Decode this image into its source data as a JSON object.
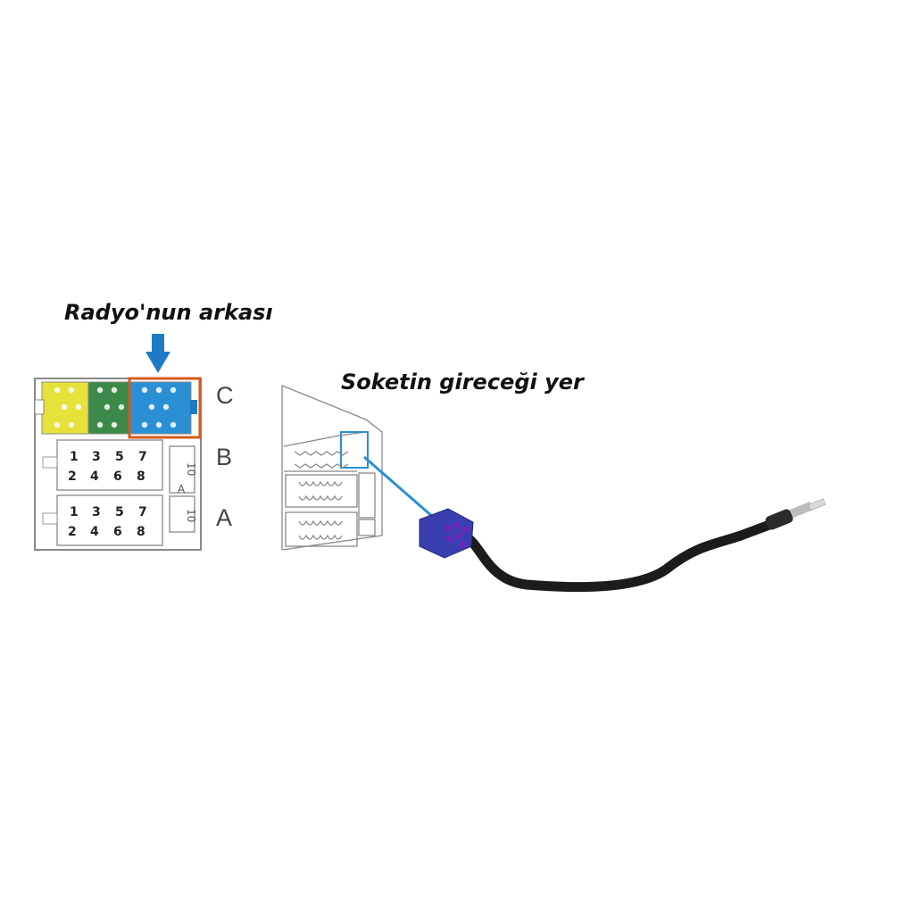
{
  "titles": {
    "radio_back": "Radyo'nun arkası",
    "socket_location": "Soketin gireceği yer"
  },
  "connector": {
    "row_labels": [
      "C",
      "B",
      "A"
    ],
    "row_b_top": [
      "1",
      "3",
      "5",
      "7"
    ],
    "row_b_bottom": [
      "2",
      "4",
      "6",
      "8"
    ],
    "row_a_top": [
      "1",
      "3",
      "5",
      "7"
    ],
    "row_a_bottom": [
      "2",
      "4",
      "6",
      "8"
    ],
    "side_label_b": "10",
    "side_label_a": "10",
    "side_letter": "A"
  },
  "colors": {
    "yellow_block": "#e6e23a",
    "green_block": "#3c8a4a",
    "blue_block": "#2a8fd4",
    "highlight_border": "#d45a1a",
    "arrow": "#1f7ac4",
    "cable": "#1c1c1c",
    "plug": "#3a3fb0"
  }
}
